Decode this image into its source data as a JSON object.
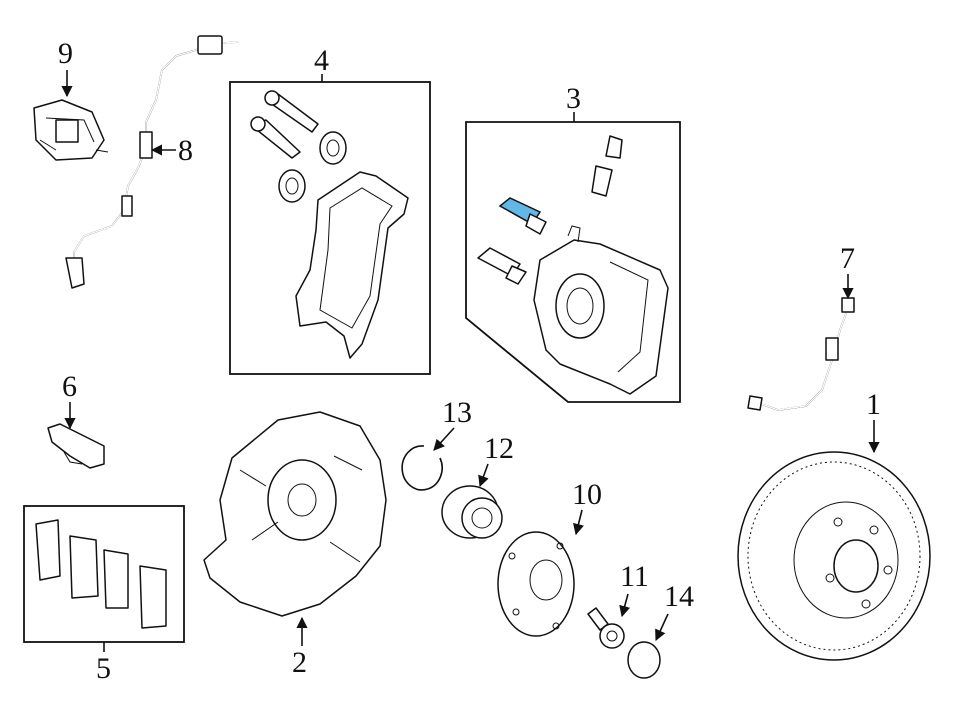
{
  "callouts": {
    "c1": "1",
    "c2": "2",
    "c3": "3",
    "c4": "4",
    "c5": "5",
    "c6": "6",
    "c7": "7",
    "c8": "8",
    "c9": "9",
    "c10": "10",
    "c11": "11",
    "c12": "12",
    "c13": "13",
    "c14": "14"
  },
  "colors": {
    "line": "#111111",
    "highlight": "#5fb8e6",
    "background": "#ffffff"
  },
  "highlighted_part": "3"
}
